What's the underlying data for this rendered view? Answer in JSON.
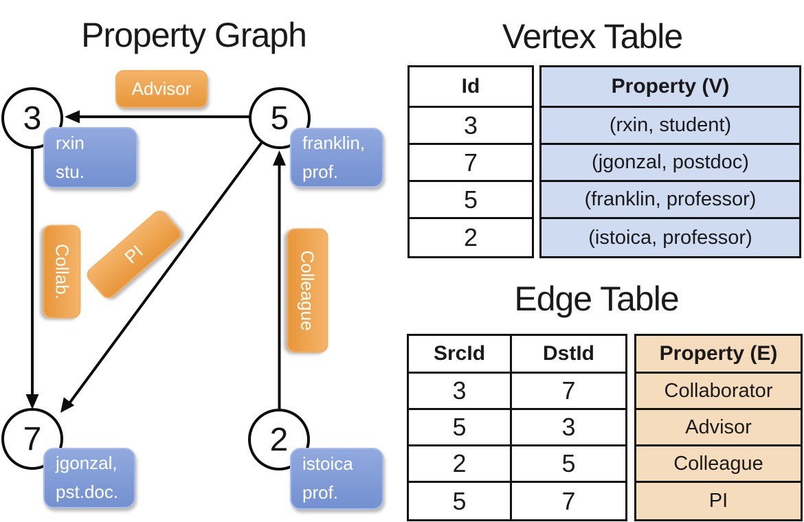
{
  "colors": {
    "orange_light": "#f4b469",
    "orange_dark": "#e8963a",
    "orange_border": "#f0ad5e",
    "blue_light": "#91a9de",
    "blue_dark": "#7390d0",
    "blue_border": "#a9bce7",
    "vertex_fill": "#cfdbf0",
    "edge_fill": "#f5dcbc",
    "line": "#111111"
  },
  "graph": {
    "title": "Property Graph",
    "nodes": [
      {
        "id": "3",
        "line1": "rxin",
        "line2": "stu."
      },
      {
        "id": "5",
        "line1": "franklin,",
        "line2": "prof."
      },
      {
        "id": "7",
        "line1": "jgonzal,",
        "line2": "pst.doc."
      },
      {
        "id": "2",
        "line1": "istoica",
        "line2": "prof."
      }
    ],
    "edge_labels": {
      "advisor": "Advisor",
      "collab": "Collab.",
      "pi": "PI",
      "colleague": "Colleague"
    }
  },
  "vertex_table": {
    "title": "Vertex Table",
    "col_id": "Id",
    "col_property": "Property (V)",
    "rows": [
      {
        "id": "3",
        "property": "(rxin, student)"
      },
      {
        "id": "7",
        "property": "(jgonzal, postdoc)"
      },
      {
        "id": "5",
        "property": "(franklin, professor)"
      },
      {
        "id": "2",
        "property": "(istoica, professor)"
      }
    ]
  },
  "edge_table": {
    "title": "Edge Table",
    "col_src": "SrcId",
    "col_dst": "DstId",
    "col_property": "Property (E)",
    "rows": [
      {
        "src": "3",
        "dst": "7",
        "property": "Collaborator"
      },
      {
        "src": "5",
        "dst": "3",
        "property": "Advisor"
      },
      {
        "src": "2",
        "dst": "5",
        "property": "Colleague"
      },
      {
        "src": "5",
        "dst": "7",
        "property": "PI"
      }
    ]
  }
}
